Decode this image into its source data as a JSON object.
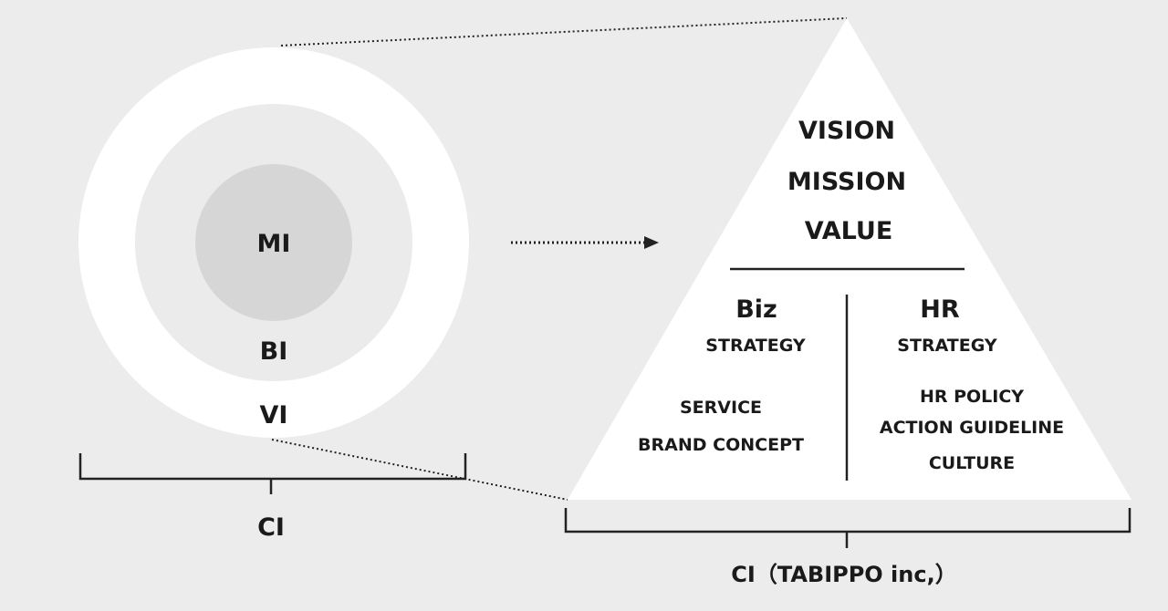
{
  "circles": {
    "mi": "MI",
    "bi": "BI",
    "vi": "VI",
    "ci": "CI"
  },
  "pyramid": {
    "top": [
      "VISION",
      "MISSION",
      "VALUE"
    ],
    "biz": {
      "title": "Biz",
      "strategy": "STRATEGY",
      "service": "SERVICE",
      "brand_concept": "BRAND CONCEPT"
    },
    "hr": {
      "title": "HR",
      "strategy": "STRATEGY",
      "policy": "HR POLICY",
      "guideline": "ACTION GUIDELINE",
      "culture": "CULTURE"
    },
    "caption": "CI（TABIPPO inc,）"
  },
  "colors": {
    "background": "#ececec",
    "outer_ring": "#ffffff",
    "middle_ring": "#ebebeb",
    "core": "#d6d6d6",
    "ink": "#1a1a1a"
  }
}
